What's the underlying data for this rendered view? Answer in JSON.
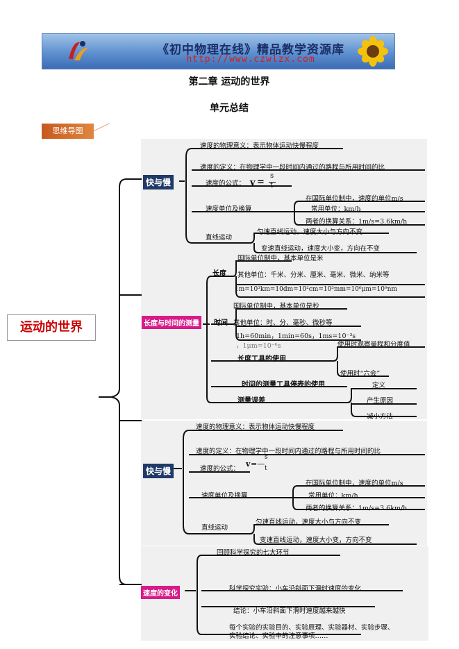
{
  "banner": {
    "title": "《初中物理在线》精品教学资源库",
    "url": "http://www.czwlzx.com"
  },
  "heading": {
    "chapter": "第二章   运动的世界",
    "unit": "单元总结"
  },
  "mindmap_tag": "思维导图",
  "root": "运动的世界",
  "section1": {
    "label": "快与慢",
    "items": [
      "速度的物理意义：表示物体运动快慢程度",
      "速度的定义：在物理学中一段时间内通过的路程与所用时间的比",
      "速度的公式：",
      "速度单位及换算",
      "在国际单位制中，速度的单位m/s",
      "常用单位：km/h",
      "两者的换算关系：1m/s=3.6km/h",
      "直线运动",
      "匀速直线运动，速度大小与方向不变",
      "变速直线运动，速度大小变，方向在不变"
    ],
    "formula": {
      "v": "v",
      "eq": "=",
      "num": "s",
      "den": "t"
    }
  },
  "section2": {
    "label": "长度与时间的测量",
    "length_label": "长度",
    "length_items": [
      "国际单位制中，基本单位是米",
      "其他单位：千米、分米、厘米、毫米、微米、纳米等",
      "1m=10³km=10dm=10²cm=10³mm=10⁶μm=10⁹nm"
    ],
    "time_label": "时间",
    "time_items": [
      "国际单位制中，基本单位是秒",
      "其他单位：时、分、毫秒、微秒等",
      "1h=60min，1min=60s，1ms=10⁻³s",
      "，1μm=10⁻⁶s"
    ],
    "tool_label": "长度工具的使用",
    "tool_items": [
      "使用时观察量程和分度值",
      "使用时“六会”"
    ],
    "time_tool": "时间的测量工具停表的使用",
    "error_label": "测量误差",
    "error_items": [
      "定义",
      "产生原因",
      "减小方法"
    ]
  },
  "section3": {
    "label": "快与慢",
    "items": [
      "速度的物理意义：表示物体运动快慢程度",
      "速度的定义：在物理学中一段时间内通过的路程与所用时间的比",
      "速度的公式：",
      "速度单位及换算",
      "在国际单位制中，速度的单位m/s",
      "常用单位：km/h",
      "两者的换算关系：1m/s=3.6km/h",
      "直线运动",
      "匀速直线运动，速度大小与方向不变",
      "变速直线运动，速度大小变，方向不变"
    ],
    "formula": {
      "v": "v",
      "eq": "=—",
      "num": "s",
      "den": "t"
    }
  },
  "section4": {
    "label": "速度的变化",
    "items": [
      "回顾科学探究的七大环节",
      "科学探究实验：小车沿斜面下滑时速度的变化",
      "结论：小车沿斜面下滑时速度越来越快",
      "每个实验的实验目的、实验原理、实验器材、实验步骤、",
      "实验结论、实验中的注意事项……"
    ]
  }
}
